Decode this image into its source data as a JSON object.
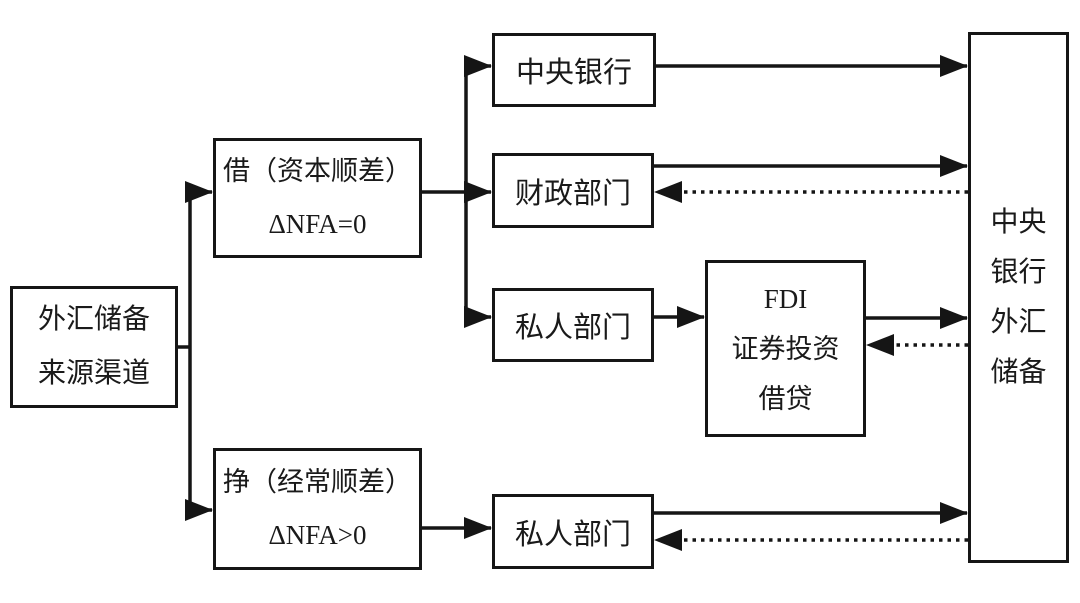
{
  "diagram": {
    "colors": {
      "line": "#151515",
      "background": "#ffffff",
      "text": "#1a1a1a"
    },
    "nodes": {
      "source": {
        "label": "外汇储备\n来源渠道"
      },
      "borrow": {
        "label": "借（资本顺差）\nΔNFA=0"
      },
      "earn": {
        "label": "挣（经常顺差）\nΔNFA>0"
      },
      "central_bank": {
        "label": "中央银行"
      },
      "fiscal": {
        "label": "财政部门"
      },
      "private_capital": {
        "label": "私人部门"
      },
      "fdi": {
        "label": "FDI\n证券投资\n借贷"
      },
      "private_current": {
        "label": "私人部门"
      },
      "reserves": {
        "label": "中央\n银行\n外汇\n储备"
      }
    },
    "edges": [
      {
        "from": "source",
        "to": "borrow",
        "style": "solid"
      },
      {
        "from": "source",
        "to": "earn",
        "style": "solid"
      },
      {
        "from": "borrow",
        "to": "central_bank",
        "style": "solid"
      },
      {
        "from": "borrow",
        "to": "fiscal",
        "style": "solid"
      },
      {
        "from": "borrow",
        "to": "private_capital",
        "style": "solid"
      },
      {
        "from": "central_bank",
        "to": "reserves",
        "style": "solid"
      },
      {
        "from": "fiscal",
        "to": "reserves",
        "style": "solid"
      },
      {
        "from": "reserves",
        "to": "fiscal",
        "style": "dotted"
      },
      {
        "from": "private_capital",
        "to": "fdi",
        "style": "solid"
      },
      {
        "from": "fdi",
        "to": "reserves",
        "style": "solid"
      },
      {
        "from": "reserves",
        "to": "fdi",
        "style": "dotted"
      },
      {
        "from": "earn",
        "to": "private_current",
        "style": "solid"
      },
      {
        "from": "private_current",
        "to": "reserves",
        "style": "solid"
      },
      {
        "from": "reserves",
        "to": "private_current",
        "style": "dotted"
      }
    ]
  }
}
